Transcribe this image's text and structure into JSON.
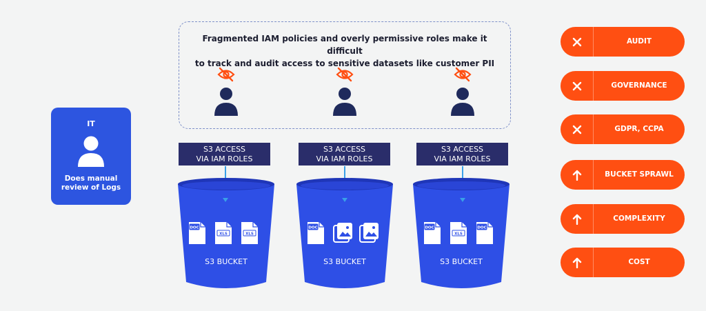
{
  "it_panel": {
    "title": "IT",
    "description_line1": "Does manual",
    "description_line2": "review of Logs"
  },
  "policy_note": {
    "line1": "Fragmented IAM policies and overly permissive roles make it difficult",
    "line2": "to track and audit access to sensitive datasets like customer PII"
  },
  "users": [
    {
      "icon": "hidden-eye-icon"
    },
    {
      "icon": "hidden-eye-icon"
    },
    {
      "icon": "hidden-eye-icon"
    }
  ],
  "access_labels": [
    {
      "line1": "S3 ACCESS",
      "line2": "VIA IAM ROLES"
    },
    {
      "line1": "S3 ACCESS",
      "line2": "VIA IAM ROLES"
    },
    {
      "line1": "S3 ACCESS",
      "line2": "VIA IAM ROLES"
    }
  ],
  "buckets": [
    {
      "label": "S3 BUCKET",
      "files": [
        "DOC",
        "XLS",
        "XLS"
      ]
    },
    {
      "label": "S3 BUCKET",
      "files": [
        "DOC",
        "image",
        "image"
      ]
    },
    {
      "label": "S3 BUCKET",
      "files": [
        "DOC",
        "XLS",
        "DOC"
      ]
    }
  ],
  "statuses": [
    {
      "icon": "x-icon",
      "label": "AUDIT"
    },
    {
      "icon": "x-icon",
      "label": "GOVERNANCE"
    },
    {
      "icon": "x-icon",
      "label": "GDPR, CCPA"
    },
    {
      "icon": "arrow-up-icon",
      "label": "BUCKET SPRAWL"
    },
    {
      "icon": "arrow-up-icon",
      "label": "COMPLEXITY"
    },
    {
      "icon": "arrow-up-icon",
      "label": "COST"
    }
  ],
  "colors": {
    "background": "#f3f4f4",
    "it_box": "#2d55e0",
    "access_label": "#2a2d6a",
    "bucket": "#2e4fe6",
    "status_pill": "#ff4f12",
    "hidden_eye": "#ff4f12",
    "user": "#1f2a5c",
    "connector": "#3aa0e8"
  }
}
